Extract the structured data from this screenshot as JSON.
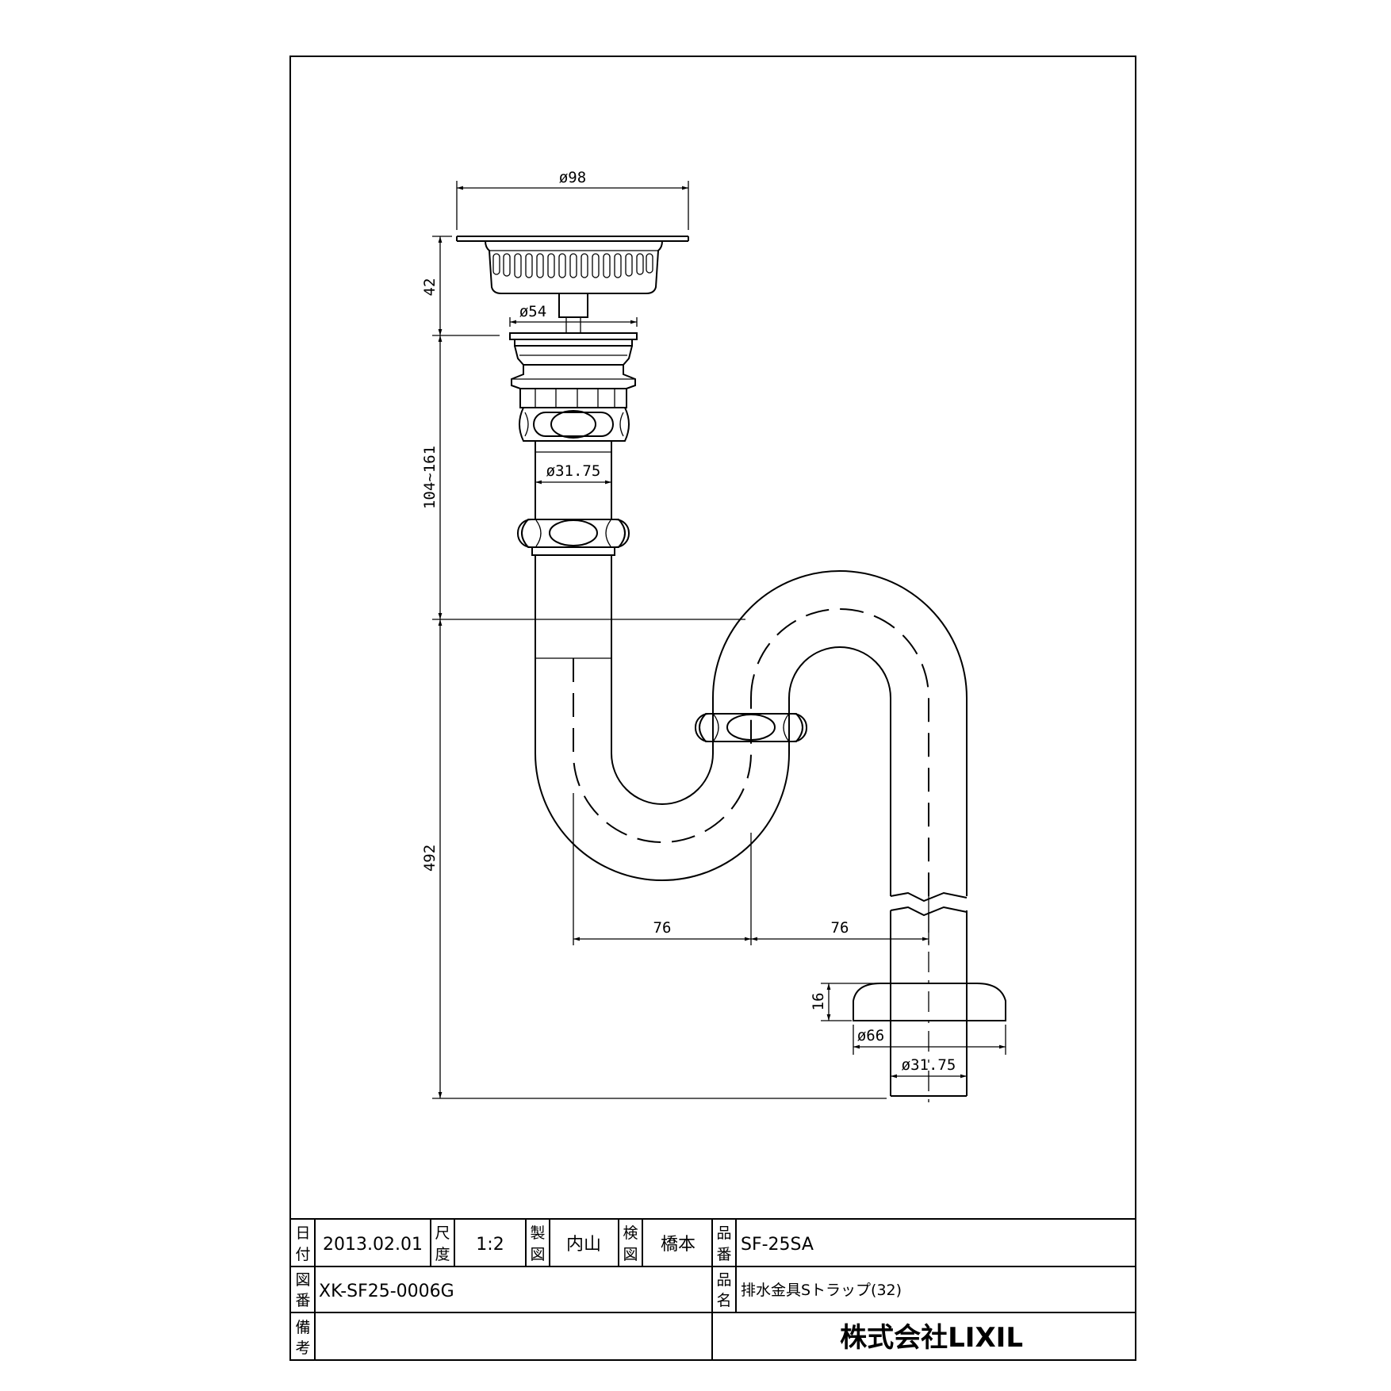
{
  "dimensions": {
    "top_width": "ø98",
    "basket_height": "42",
    "outlet_diameter": "ø54",
    "adjust_range": "104~161",
    "pipe_diameter": "ø31.75",
    "total_height": "492",
    "offset_left": "76",
    "offset_right": "76",
    "flange_height": "16",
    "flange_diameter": "ø66",
    "bottom_pipe_diameter": "ø31.75"
  },
  "title_block": {
    "date_label": [
      "日",
      "付"
    ],
    "date": "2013.02.01",
    "scale_label": [
      "尺",
      "度"
    ],
    "scale": "1:2",
    "drawn_label": [
      "製",
      "図"
    ],
    "drawn_by": "内山",
    "checked_label": [
      "検",
      "図"
    ],
    "checked_by": "橋本",
    "part_no_label": [
      "品",
      "番"
    ],
    "part_no": "SF-25SA",
    "drawing_no_label": [
      "図",
      "番"
    ],
    "drawing_no": "XK-SF25-0006G",
    "part_name_label": [
      "品",
      "名"
    ],
    "part_name": "排水金具Sトラップ(32)",
    "remarks_label": [
      "備",
      "考"
    ],
    "company": "株式会社LIXIL"
  }
}
